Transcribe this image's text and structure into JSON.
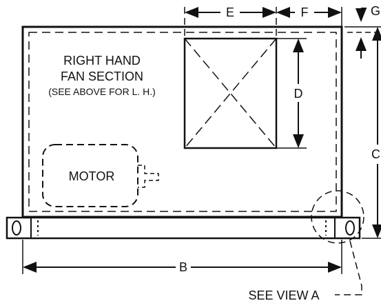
{
  "labels": {
    "section_line1": "RIGHT HAND",
    "section_line2": "FAN SECTION",
    "section_line3": "(SEE ABOVE FOR L. H.)",
    "motor": "MOTOR",
    "see_view": "SEE VIEW A"
  },
  "dimensions": {
    "b": "B",
    "c": "C",
    "d": "D",
    "e": "E",
    "f": "F",
    "g": "G"
  },
  "colors": {
    "ink": "#111111",
    "background": "#ffffff"
  }
}
